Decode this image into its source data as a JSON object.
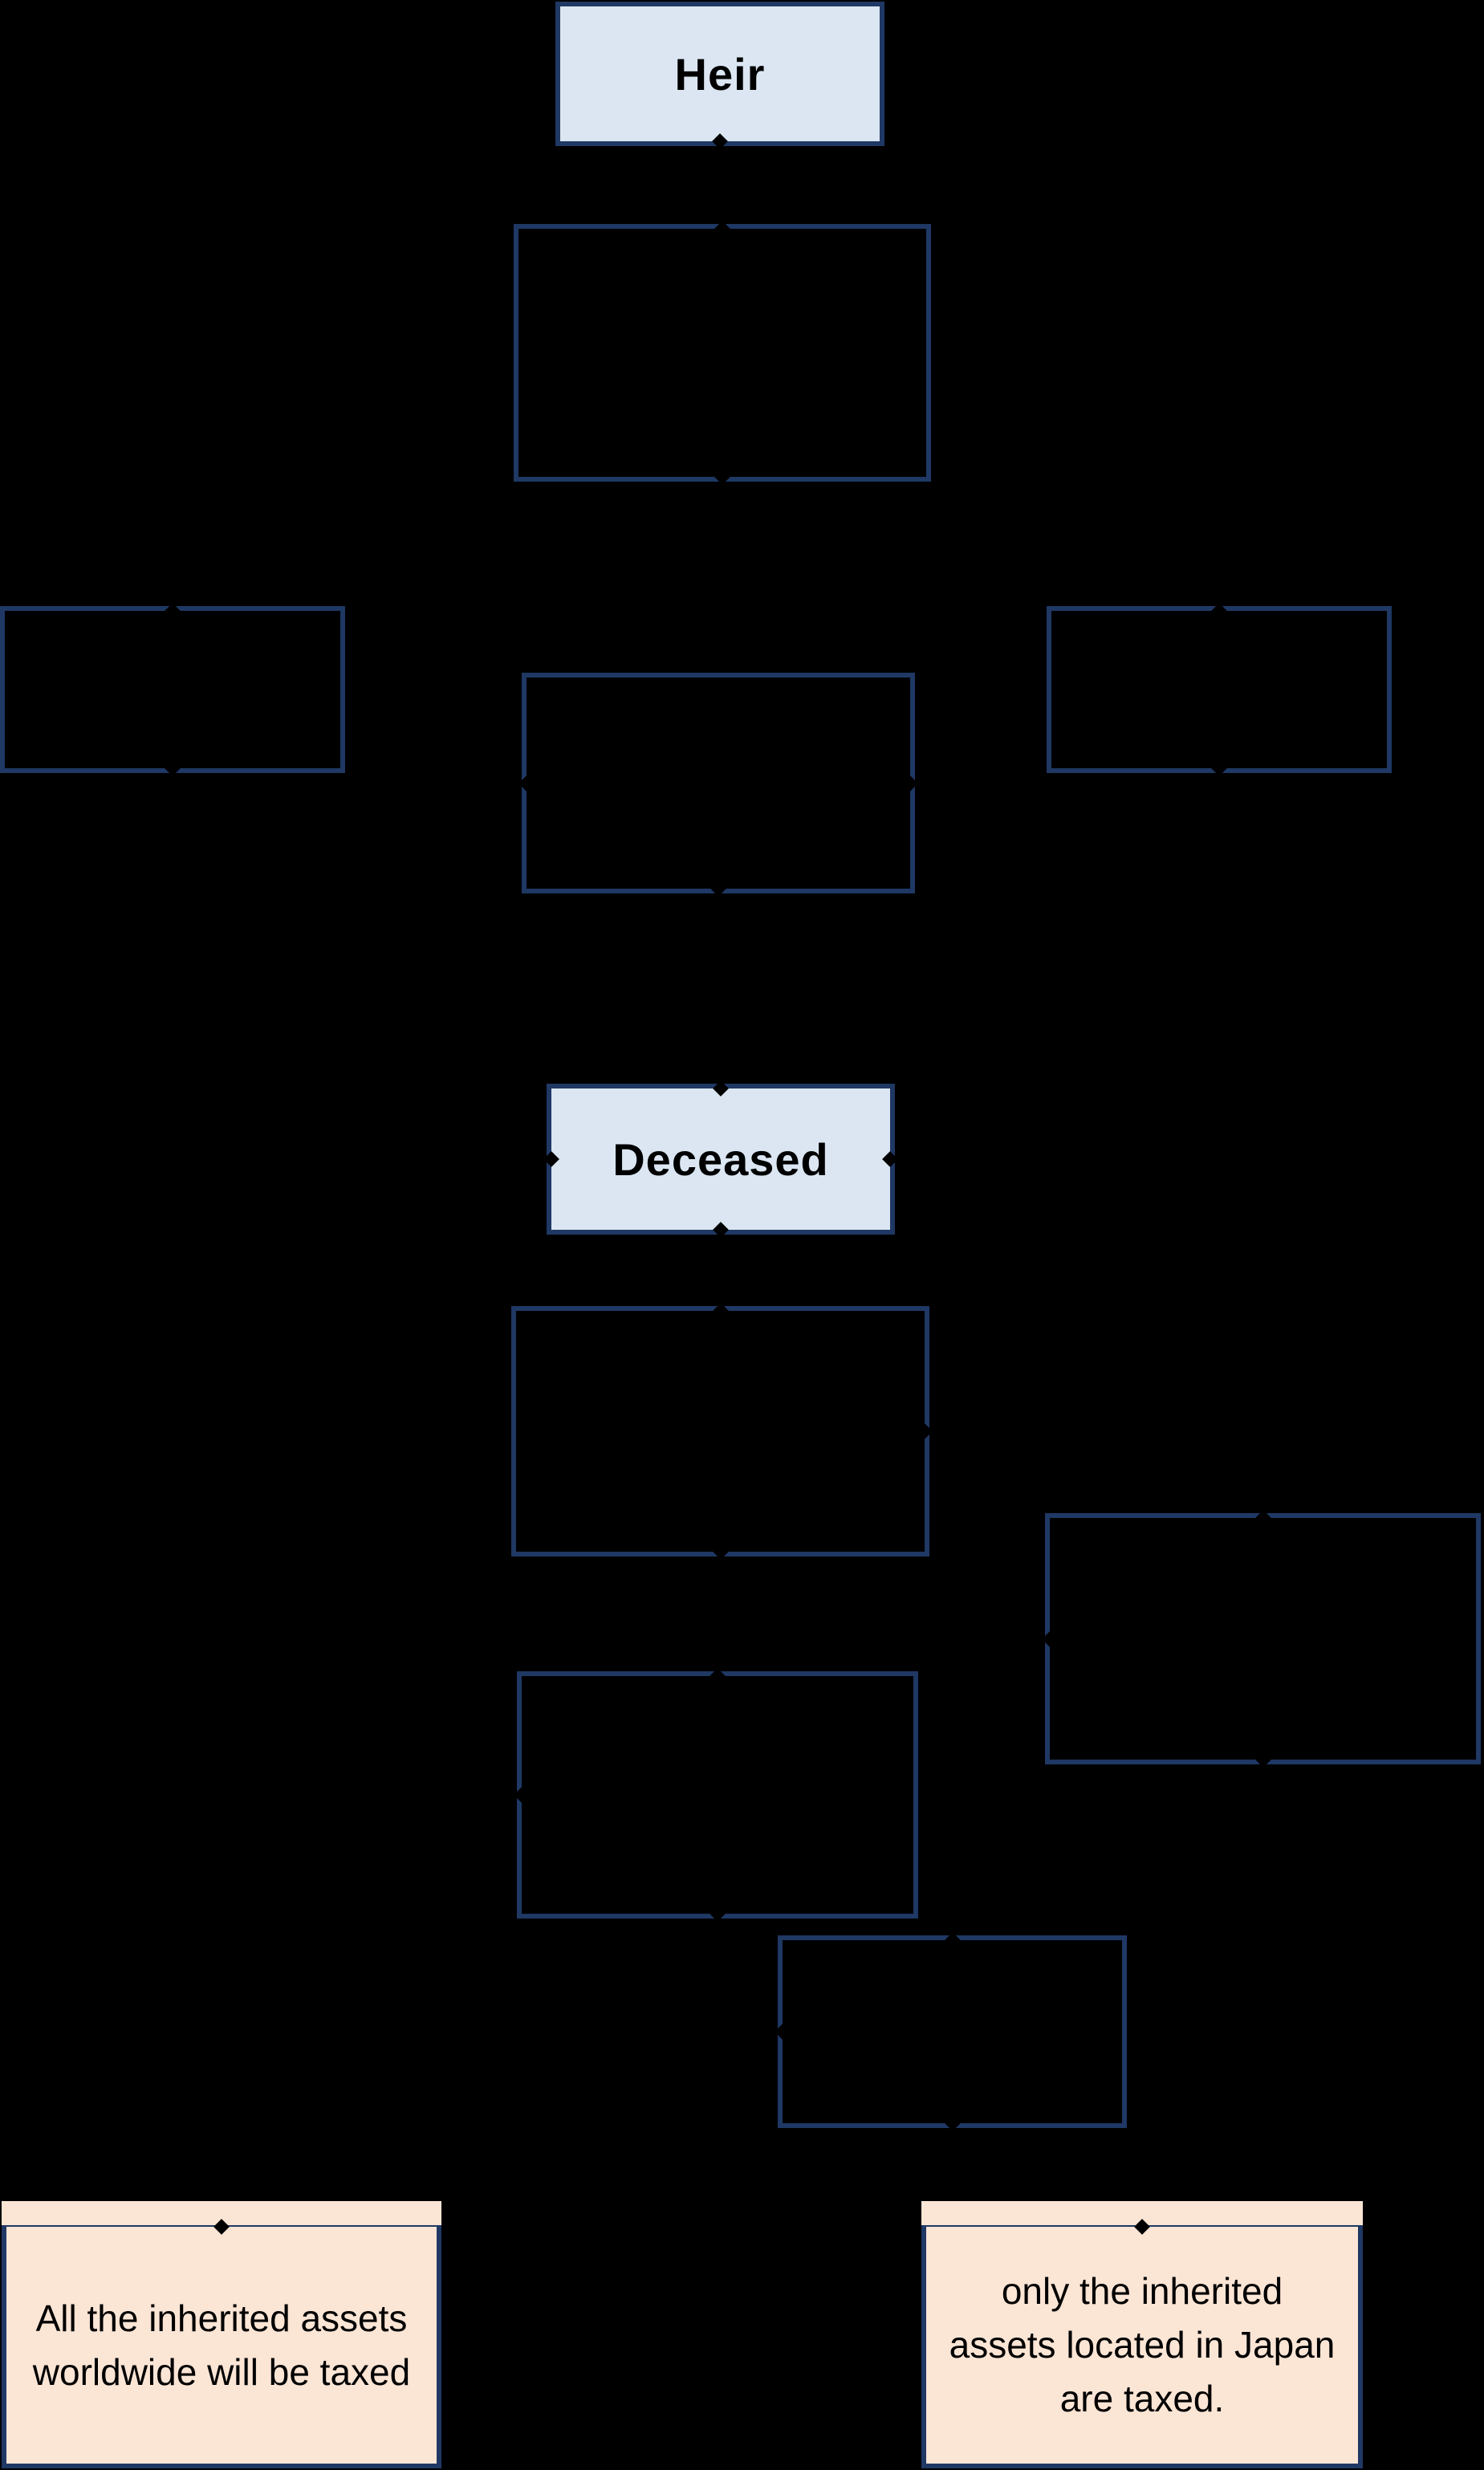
{
  "colors": {
    "background": "#000000",
    "box_border": "#1f3864",
    "box_fill_blue": "#dbe6f2",
    "box_fill_peach": "#fbe5d5",
    "text": "#000000"
  },
  "nodes": {
    "heir": {
      "label": "Heir"
    },
    "heir_child": {
      "label": ""
    },
    "left_branch": {
      "label": ""
    },
    "center_branch": {
      "label": ""
    },
    "right_branch": {
      "label": ""
    },
    "deceased": {
      "label": "Deceased"
    },
    "deceased_child": {
      "label": ""
    },
    "right_wide": {
      "label": ""
    },
    "center_lower": {
      "label": ""
    },
    "bottom_center": {
      "label": ""
    },
    "result_worldwide": {
      "label": "All the inherited assets worldwide will be taxed"
    },
    "result_japan": {
      "label": "only the inherited assets located in Japan are taxed."
    }
  }
}
